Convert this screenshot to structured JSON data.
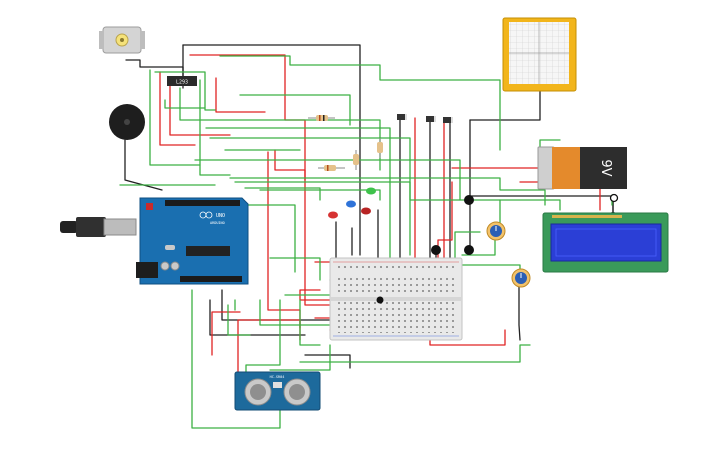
{
  "colors": {
    "wire_green": "#3cb043",
    "wire_red": "#e02424",
    "wire_black": "#222222",
    "arduino_blue": "#1a6fb0",
    "breadboard": "#e9e9e9",
    "lcd_screen": "#2b3fd6",
    "lcd_frame": "#3a9a5a",
    "battery_orange": "#e48a2c",
    "oscilloscope": "#f2b51b",
    "sonar_board": "#1d6a9c"
  },
  "battery": {
    "label": "9V"
  },
  "arduino": {
    "brand": "UNO",
    "sub": "ARDUINO"
  },
  "ic": {
    "label": "L293"
  },
  "sonar": {
    "label": "HC-SR04"
  },
  "icons": {
    "motor": "dc-motor-icon",
    "buzzer": "piezo-buzzer-icon",
    "scope": "oscilloscope-icon",
    "pot": "potentiometer-icon",
    "button": "pushbutton-icon"
  }
}
